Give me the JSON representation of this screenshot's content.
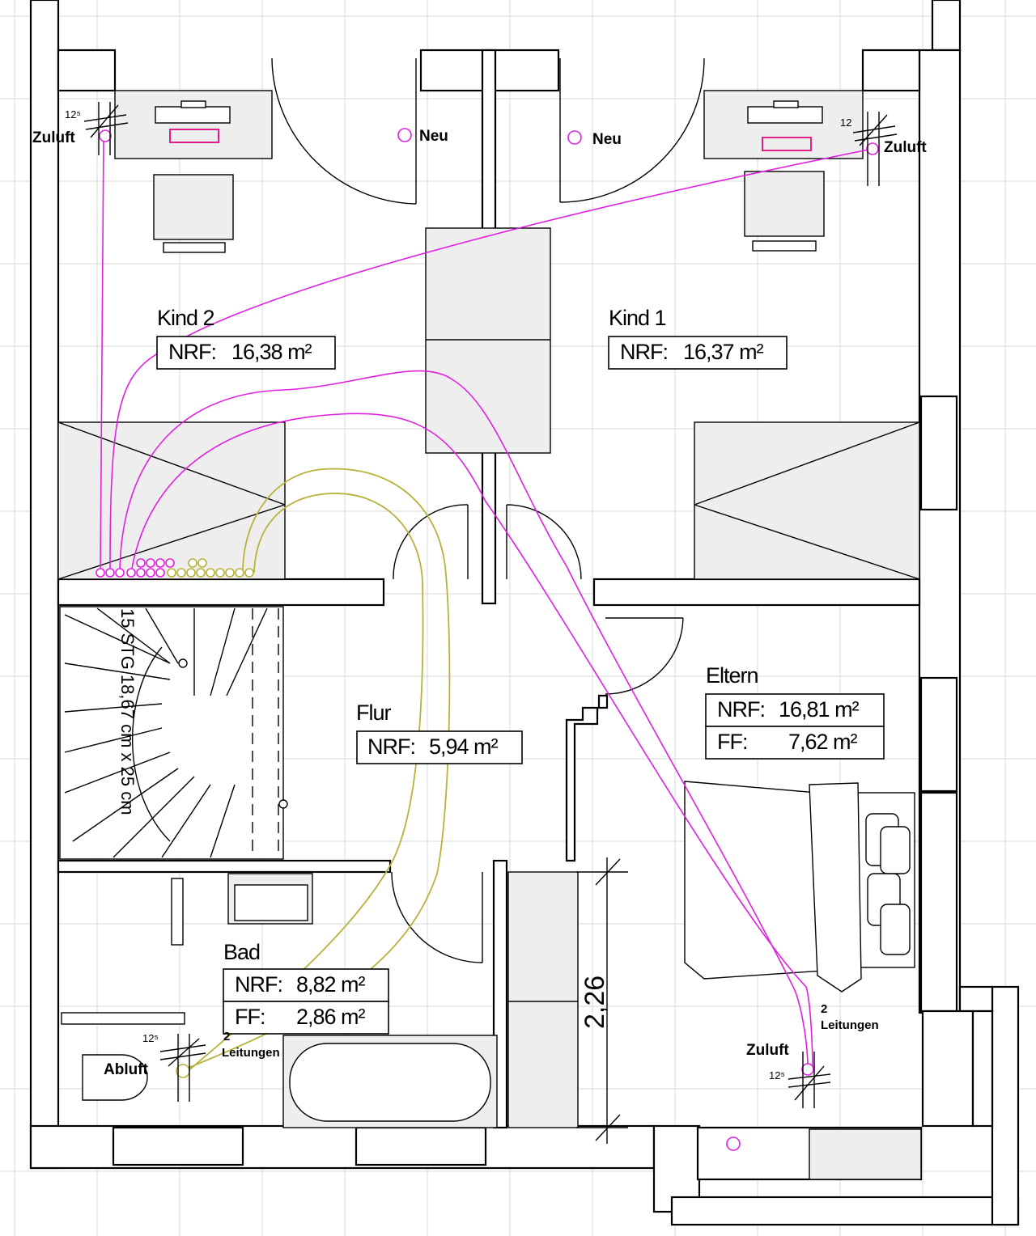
{
  "rooms": {
    "kind2": {
      "name": "Kind 2",
      "nrf_label": "NRF:",
      "nrf_value": "16,38 m²"
    },
    "kind1": {
      "name": "Kind 1",
      "nrf_label": "NRF:",
      "nrf_value": "16,37 m²"
    },
    "flur": {
      "name": "Flur",
      "nrf_label": "NRF:",
      "nrf_value": "5,94 m²"
    },
    "eltern": {
      "name": "Eltern",
      "nrf_label": "NRF:",
      "nrf_value": "16,81 m²",
      "ff_label": "FF:",
      "ff_value": "7,62 m²"
    },
    "bad": {
      "name": "Bad",
      "nrf_label": "NRF:",
      "nrf_value": "8,82 m²",
      "ff_label": "FF:",
      "ff_value": "2,86 m²"
    }
  },
  "vents": {
    "zuluft_kind2": {
      "label": "Zuluft",
      "size": "12⁵"
    },
    "zuluft_kind1": {
      "label": "Zuluft",
      "size": "12"
    },
    "zuluft_eltern": {
      "label": "Zuluft",
      "size": "12⁵"
    },
    "abluft_bad": {
      "label": "Abluft",
      "size": "12⁵"
    },
    "neu_left": {
      "label": "Neu"
    },
    "neu_right": {
      "label": "Neu"
    }
  },
  "notes": {
    "leitungen_bad_count": "2",
    "leitungen_bad_text": "Leitungen",
    "leitungen_eltern_count": "2",
    "leitungen_eltern_text": "Leitungen"
  },
  "dimension": {
    "value": "2,26"
  },
  "stair": {
    "text": "15 STG 18,67 cm x 25 cm"
  },
  "colors": {
    "supply": "#e020e0",
    "exhaust": "#b8b23a",
    "wall": "#000000",
    "fill": "#eeeeee"
  }
}
